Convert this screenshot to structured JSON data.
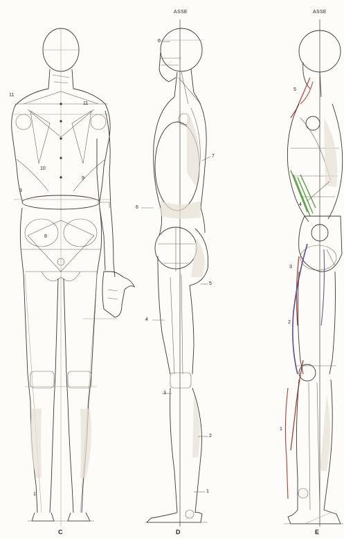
{
  "axis_label_d": "ASSE",
  "axis_label_e": "ASSE",
  "figure_labels": {
    "c": "C",
    "d": "D",
    "e": "E"
  },
  "numbers_c": {
    "n11a": "11",
    "n11b": "11",
    "n10": "10",
    "n9": "9",
    "n3": "3",
    "n8": "8",
    "n1": "1"
  },
  "numbers_d": {
    "n6a": "6",
    "n7": "7",
    "n6b": "6",
    "n5": "5",
    "n4": "4",
    "n3": "3",
    "n2": "2",
    "n1": "1"
  },
  "numbers_e": {
    "n5": "5",
    "n4": "4",
    "n3": "3",
    "n2": "2",
    "n1": "1"
  },
  "colors": {
    "muscle_red": "#b83a2a",
    "muscle_green": "#4f9a3c",
    "muscle_purple": "#5b4a9a",
    "line": "#3a3530"
  }
}
